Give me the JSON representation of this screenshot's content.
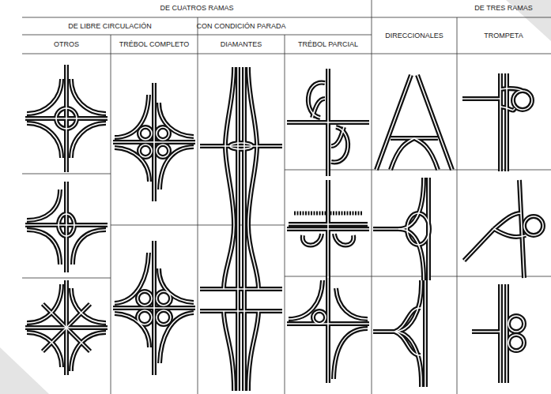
{
  "diagram": {
    "labels": [
      "DE CUATROS RAMAS",
      "DE TRES RAMAS",
      "DE LIBRE CIRCULACIÓN",
      "CON CONDICIÓN PARADA",
      "OTROS",
      "TRÉBOL COMPLETO",
      "DIAMANTES",
      "TRÉBOL PARCIAL",
      "DIRECCIONALES",
      "TROMPETA"
    ]
  }
}
